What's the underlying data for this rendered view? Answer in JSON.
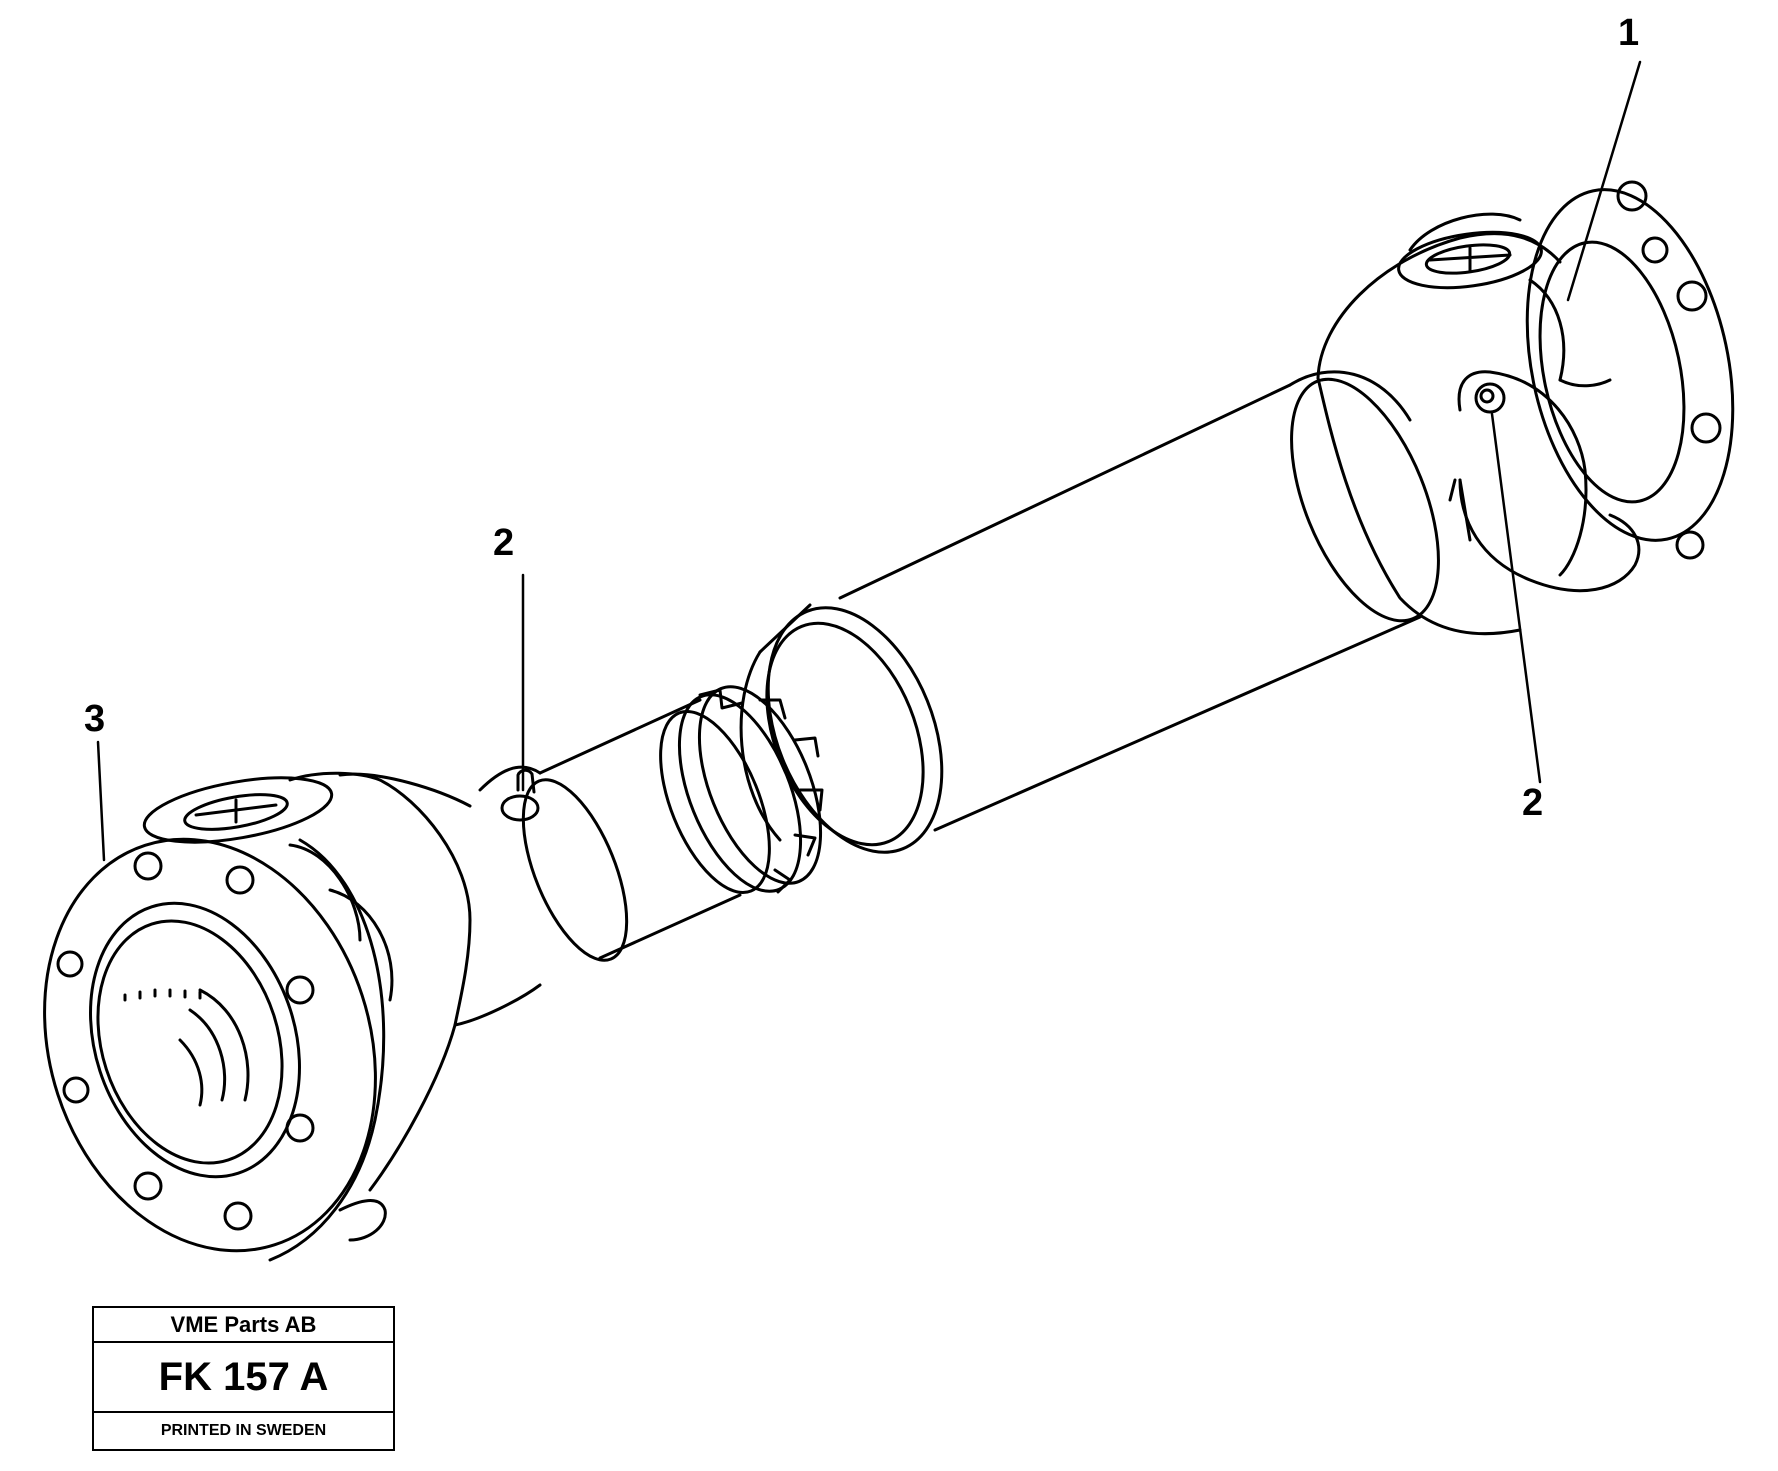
{
  "callouts": {
    "item_1": "1",
    "item_2_left": "2",
    "item_2_right": "2",
    "item_3": "3"
  },
  "title_block": {
    "company": "VME Parts AB",
    "figure_code": "FK 157 A",
    "printed": "PRINTED IN SWEDEN"
  }
}
